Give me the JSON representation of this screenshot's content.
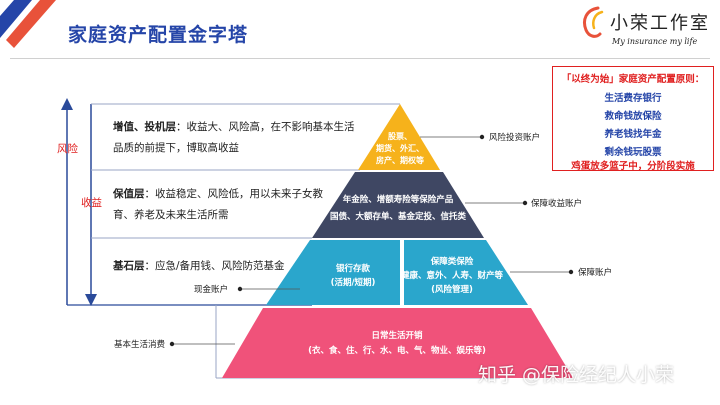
{
  "header": {
    "title": "家庭资产配置金字塔",
    "brand_name": "小荣工作室",
    "brand_tagline": "My insurance my life"
  },
  "principle_box": {
    "heading": "「以终为始」家庭资产配置原则：",
    "lines": [
      "生活费存银行",
      "救命钱放保险",
      "养老钱找年金",
      "剩余钱玩股票"
    ],
    "footer": "鸡蛋放多篮子中，分阶段实施"
  },
  "axes": {
    "risk_label": "风险",
    "return_label": "收益"
  },
  "layers": {
    "top": {
      "title": "增值、投机层",
      "desc_line1": "：收益大、风险高，在不影响基本生活",
      "desc_line2": "品质的前提下，博取高收益",
      "tier_lines": [
        "股票、",
        "期货、外汇、",
        "房产、期权等"
      ],
      "account": "风险投资账户"
    },
    "middle": {
      "title": "保值层",
      "desc_line1": "：收益稳定、风险低，用以未来子女教",
      "desc_line2": "育、养老及未来生活所需",
      "tier_lines": [
        "年金险、增额寿险等保险产品",
        "国债、大额存单、基金定投、信托类"
      ],
      "account": "保障收益账户"
    },
    "base": {
      "title": "基石层",
      "desc_line1": "：应急/备用钱、风险防范基金",
      "left_lines": [
        "银行存款",
        "(活期/短期)"
      ],
      "right_lines": [
        "保障类保险",
        "健康、意外、人寿、财产等",
        "(风险管理)"
      ],
      "left_account": "现金账户",
      "right_account": "保障账户"
    },
    "foundation": {
      "lines": [
        "日常生活开销",
        "(衣、食、住、行、水、电、气、物业、娱乐等)"
      ],
      "account": "基本生活消费"
    }
  },
  "watermark": "知乎 @保险经纪人小荣",
  "colors": {
    "tier_top": "#f6b21b",
    "tier_middle": "#3f4763",
    "tier_base": "#2aa6cc",
    "tier_foundation": "#f0527a",
    "title_blue": "#2545a8",
    "accent_red": "#e02020"
  }
}
